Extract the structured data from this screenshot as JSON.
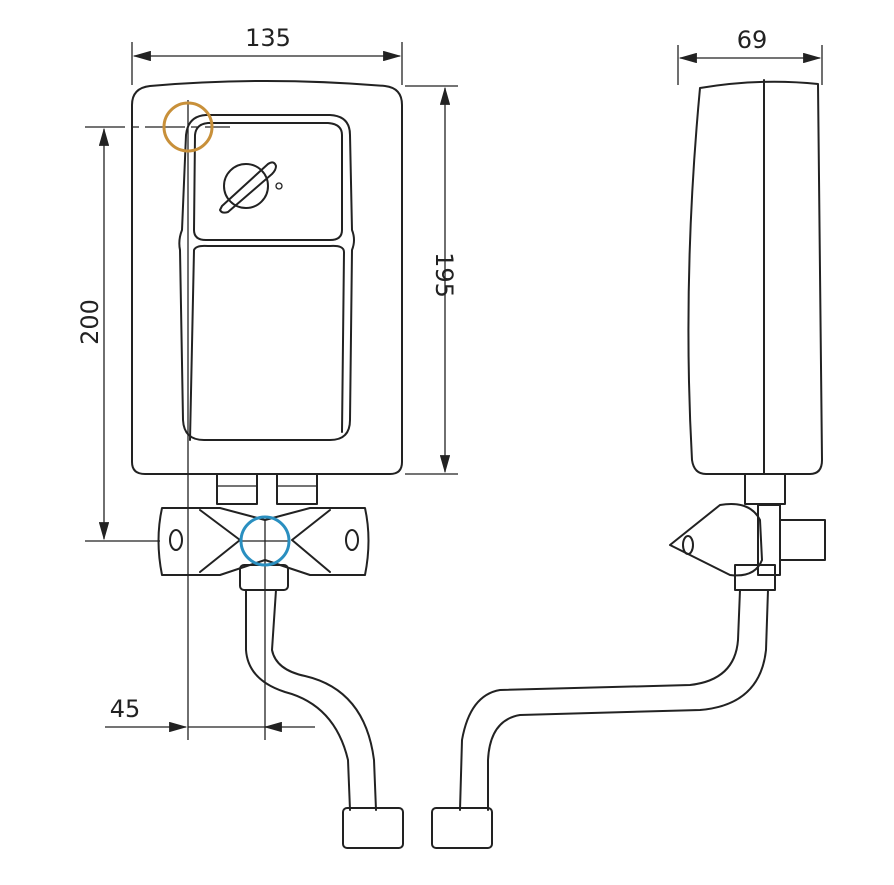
{
  "title": "Water heater dimensional drawing",
  "dimensions": {
    "width": "135",
    "depth": "69",
    "height_body": "195",
    "height_mount": "200",
    "offset": "45"
  },
  "colors": {
    "marker_top": "#c8903a",
    "marker_bottom": "#2a8fc0",
    "line": "#222222"
  }
}
